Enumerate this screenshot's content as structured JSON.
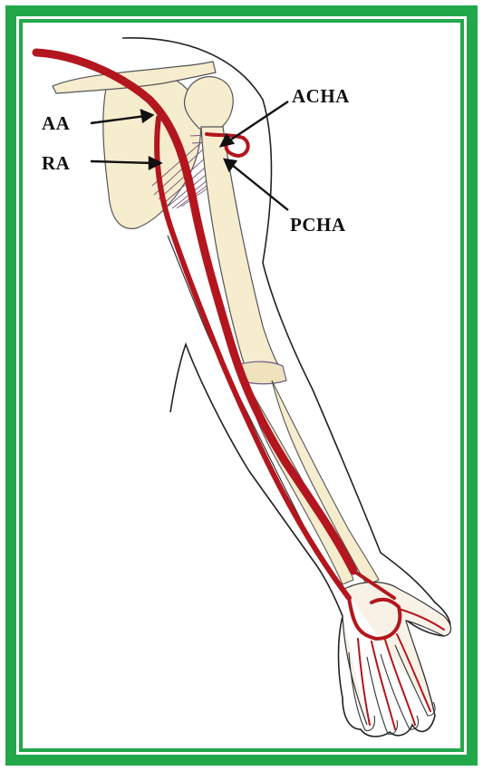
{
  "labels": {
    "aa": "AA",
    "ra": "RA",
    "acha": "ACHA",
    "pcha": "PCHA"
  },
  "colors": {
    "border": "#22a84a",
    "artery": "#b3161e",
    "bone": "#f6ecce",
    "muscle": "#7a5a78"
  }
}
